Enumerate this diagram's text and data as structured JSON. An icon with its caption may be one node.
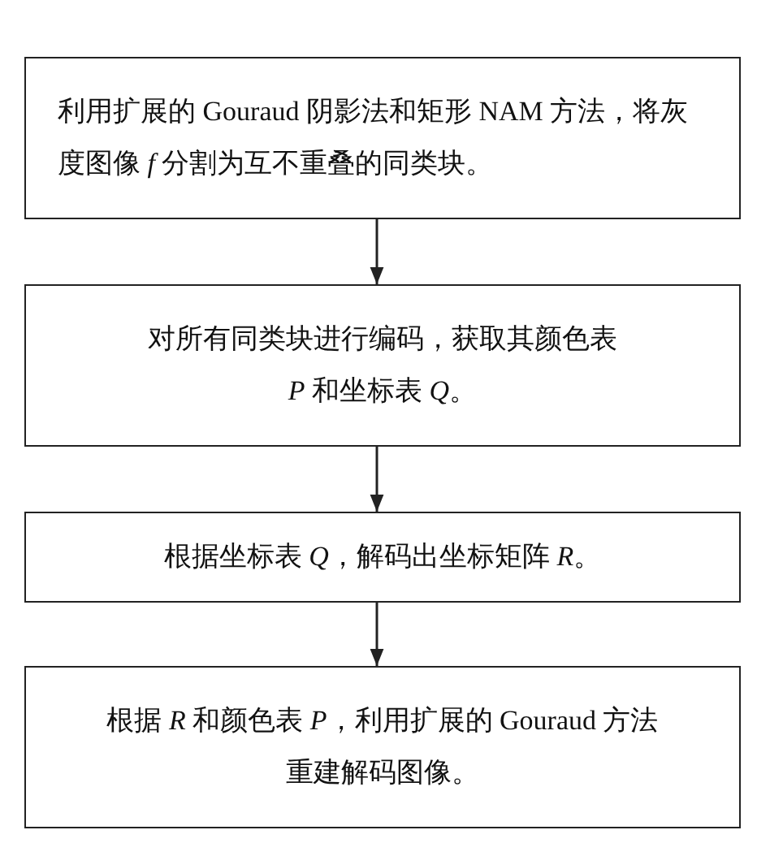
{
  "diagram": {
    "nodes": [
      {
        "text": [
          "利用扩展的 Gouraud 阴影法和矩形 NAM 方法，将灰度图像 *f* 分割为互不重叠的同类块。"
        ]
      },
      {
        "text": [
          "对所有同类块进行编码，获取其颜色表 *P* 和坐标表 *Q*。"
        ]
      },
      {
        "text": [
          "根据坐标表 *Q*，解码出坐标矩阵 *R*。"
        ]
      },
      {
        "text": [
          "根据 *R* 和颜色表 *P*，利用扩展的 Gouraud 方法重建解码图像。"
        ]
      }
    ],
    "edges": [
      {
        "from": 0,
        "to": 1,
        "arrow": "to"
      },
      {
        "from": 1,
        "to": 2,
        "arrow": "to"
      },
      {
        "from": 2,
        "to": 3,
        "arrow": "to"
      }
    ]
  }
}
